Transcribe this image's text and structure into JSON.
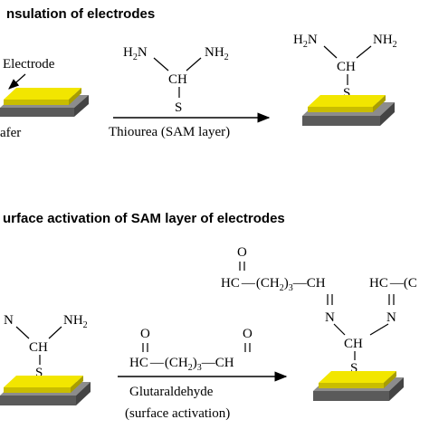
{
  "section1": {
    "title": "nsulation of electrodes",
    "electrode_label": "Electrode",
    "wafer_label": "afer",
    "reagent_label": "Thiourea (SAM layer)"
  },
  "section2": {
    "title": "urface activation of SAM layer of electrodes",
    "reagent_line1": "Glutaraldehyde",
    "reagent_line2": "(surface activation)"
  },
  "chem": {
    "nh2": "NH",
    "h2n": "H",
    "n_letter": "N",
    "two": "2",
    "three": "3",
    "ch": "CH",
    "c_upper_h": "C",
    "s": "S",
    "o": "O",
    "n_single": "N",
    "hc": "HC",
    "ch2_open": "(CH",
    "ch2_close": ")",
    "dash": "—",
    "ch_right": "CH",
    "hc_c": "HC",
    "paren_c": "(C",
    "double_bond": "||"
  },
  "colors": {
    "electrode_top": "#f2e600",
    "electrode_side": "#c9bd00",
    "wafer_top": "#8c8c8c",
    "wafer_side": "#5a5a5a"
  }
}
